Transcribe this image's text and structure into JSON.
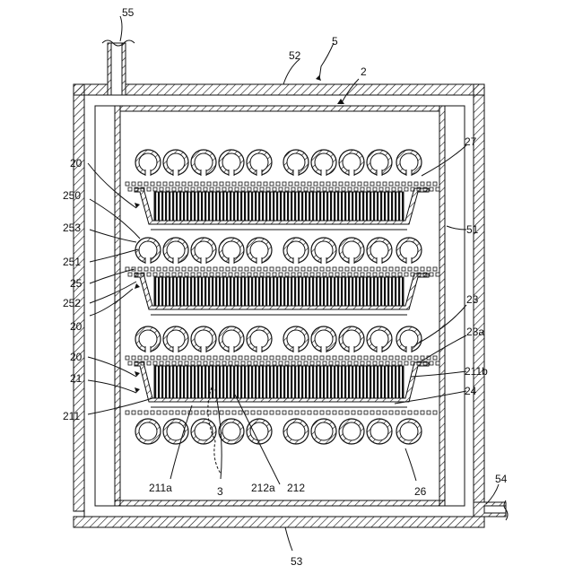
{
  "labels": {
    "l55": "55",
    "l5": "5",
    "l52": "52",
    "l2": "2",
    "l27": "27",
    "l20a": "20",
    "l250": "250",
    "l253": "253",
    "l51": "51",
    "l251": "251",
    "l25": "25",
    "l252": "252",
    "l20b": "20",
    "l23": "23",
    "l23a": "23a",
    "l20c": "20",
    "l21": "21",
    "l211b": "211b",
    "l24": "24",
    "l211": "211",
    "l211a": "211a",
    "l3": "3",
    "l212a": "212a",
    "l212": "212",
    "l26": "26",
    "l54": "54",
    "l53": "53"
  },
  "layout_info": {
    "ring_rows": 4,
    "rings_per_row": 10,
    "shelves": 3
  }
}
